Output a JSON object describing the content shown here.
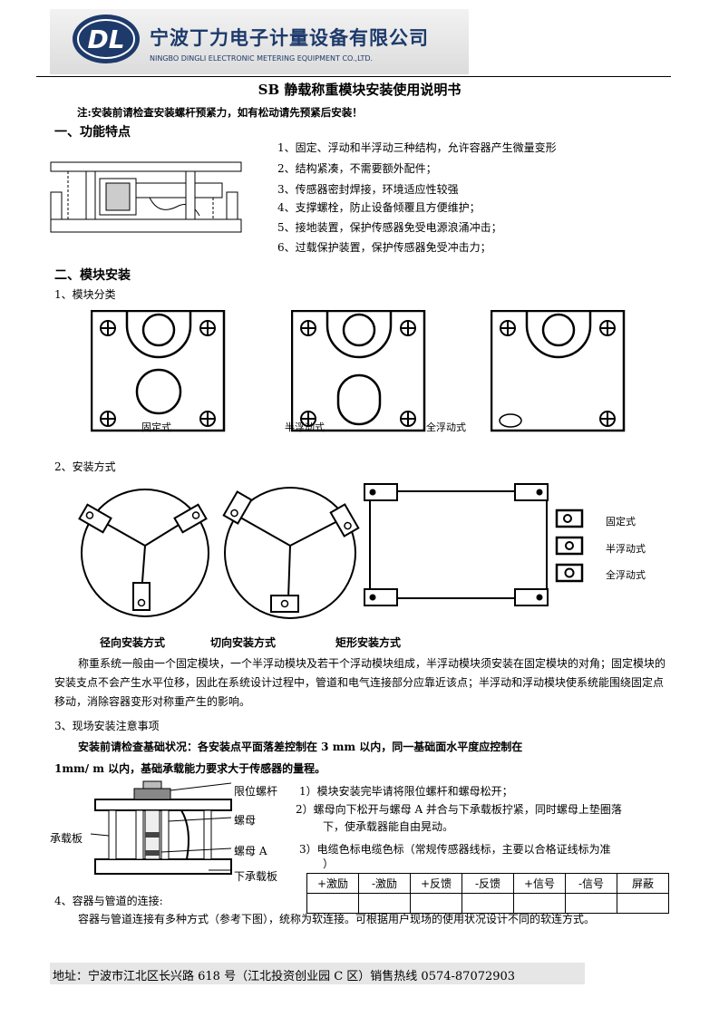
{
  "header": {
    "logo_text": "DL",
    "company_name": "宁波丁力电子计量设备有限公司",
    "company_name_en": "NINGBO DINGLI ELECTRONIC METERING EQUIPMENT CO.,LTD."
  },
  "document": {
    "title": "SB 静载称重模块安装使用说明书",
    "note": "注:安装前请检查安装螺杆预紧力，如有松动请先预紧后安装！"
  },
  "section1": {
    "heading": "一、功能特点",
    "features": [
      "1、固定、浮动和半浮动三种结构，允许容器产生微量变形",
      "2、结构紧凑，不需要额外配件；",
      "3、传感器密封焊接，环境适应性较强",
      "4、支撑螺栓，防止设备倾覆且方便维护；",
      "5、接地装置，保护传感器免受电源浪涌冲击；",
      "6、过载保护装置，保护传感器免受冲击力；"
    ]
  },
  "section2": {
    "heading": "二、模块安装",
    "sub1": "1、模块分类",
    "module_labels": [
      "固定式",
      "半浮动式",
      "全浮动式"
    ],
    "sub2": "2、安装方式",
    "legend_labels": [
      "固定式",
      "半浮动式",
      "全浮动式"
    ],
    "method_labels": [
      "径向安装方式",
      "切向安装方式",
      "矩形安装方式"
    ],
    "paragraph": "称重系统一般由一个固定模块，一个半浮动模块及若干个浮动模块组成，半浮动模块须安装在固定模块的对角；固定模块的安装支点不会产生水平位移，因此在系统设计过程中，管道和电气连接部分应靠近该点；半浮动和浮动模块使系统能围绕固定点移动，消除容器变形对称重产生的影响。",
    "sub3": "3、现场安装注意事项",
    "site_bold_1": "安装前请检查基础状况：各安装点平面落差控制在 3 mm 以内，同一基础面水平度应控制在",
    "site_bold_2": "1mm/ m 以内，基础承载能力要求大于传感器的量程。",
    "part_labels": {
      "limit_bolt": "限位螺杆",
      "nut": "螺母",
      "load_plate": "承载板",
      "nut_a": "螺母 A",
      "lower_plate": "下承载板"
    },
    "steps": {
      "s1": "1）模块安装完毕请将限位螺杆和螺母松开；",
      "s2a": "2）螺母向下松开与螺母 A 并合与下承载板拧紧，同时螺母上垫圈落",
      "s2b": "下，使承载器能自由晃动。",
      "s3a": "3）电缆色标电缆色标（常规传感器线标，主要以合格证线标为准",
      "s3b": "）"
    },
    "wire_colors": [
      "+激励",
      "-激励",
      "+反馈",
      "-反馈",
      "+信号",
      "-信号",
      "屏蔽"
    ],
    "sub4": "4、容器与管道的连接:",
    "pipe_paragraph": "容器与管道连接有多种方式（参考下图），统称为软连接。可根据用户现场的使用状况设计不同的软连方式。"
  },
  "footer": {
    "address": "地址：宁波市江北区长兴路 618 号（江北投资创业园 C 区）销售热线 0574-87072903"
  }
}
